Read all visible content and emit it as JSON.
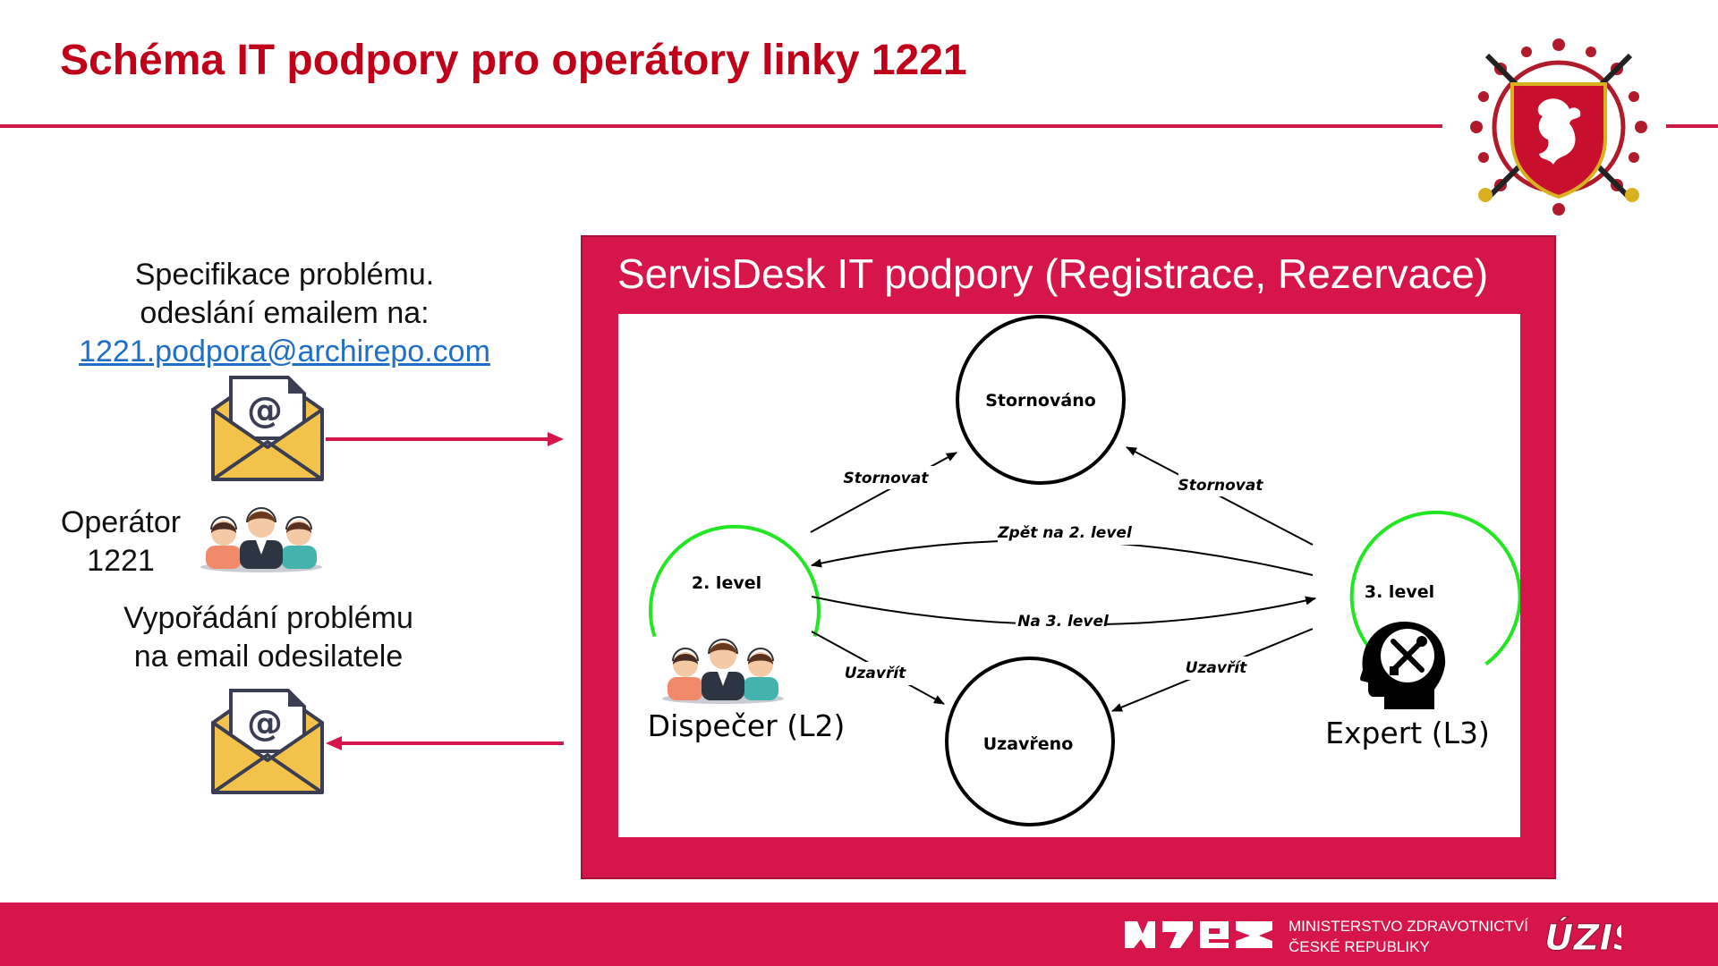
{
  "slide": {
    "title": "Schéma IT podpory pro operátory linky 1221"
  },
  "left": {
    "spec_line1": "Specifikace problému.",
    "spec_line2": "odeslání emailem na:",
    "email": "1221.podpora@archirepo.com",
    "operator_line1": "Operátor",
    "operator_line2": "1221",
    "resolve_line1": "Vypořádání problému",
    "resolve_line2": "na email odesilatele"
  },
  "servisdesk": {
    "title": "ServisDesk IT podpory (Registrace, Rezervace)"
  },
  "diagram": {
    "states": {
      "cancelled": "Stornováno",
      "level2": "2. level",
      "level3": "3. level",
      "closed": "Uzavřeno"
    },
    "transitions": {
      "cancel_from_l2": "Stornovat",
      "cancel_from_l3": "Stornovat",
      "back_to_l2": "Zpět na 2. level",
      "to_l3": "Na 3. level",
      "close_from_l2": "Uzavřít",
      "close_from_l3": "Uzavřít"
    },
    "roles": {
      "dispatcher": "Dispečer (L2)",
      "expert": "Expert (L3)"
    },
    "colors": {
      "active_state": "#22e622",
      "state_outline": "#000000"
    }
  },
  "footer": {
    "ministry_line1": "MINISTERSTVO ZDRAVOTNICTVÍ",
    "ministry_line2": "ČESKÉ REPUBLIKY",
    "uzis_logo": "ÚZIS"
  },
  "colors": {
    "title_red": "#c00018",
    "brand_crimson": "#d6164a",
    "link_blue": "#1f6fc6"
  }
}
